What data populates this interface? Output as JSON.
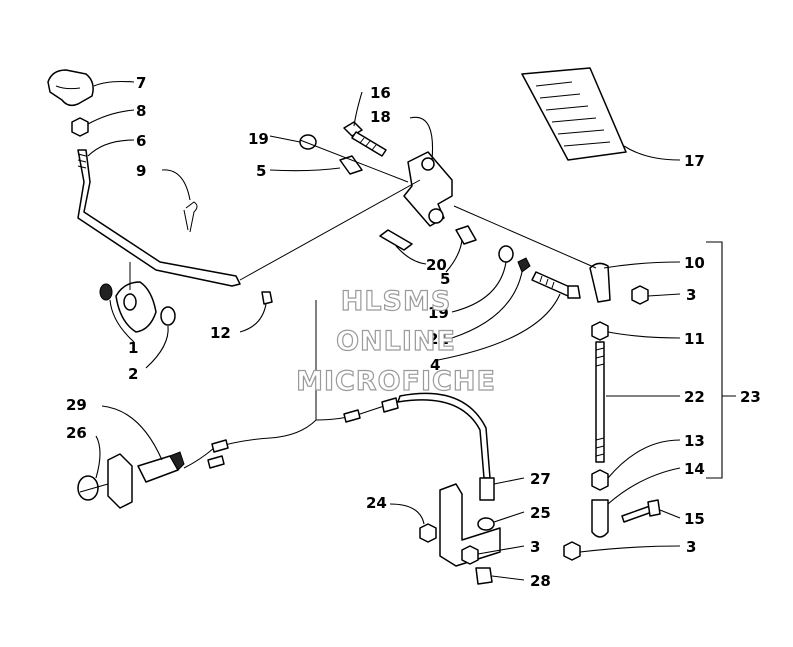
{
  "callouts": {
    "c1": "1",
    "c2": "2",
    "c3a": "3",
    "c3b": "3",
    "c3c": "3",
    "c4": "4",
    "c5a": "5",
    "c5b": "5",
    "c6": "6",
    "c7": "7",
    "c8": "8",
    "c9": "9",
    "c10": "10",
    "c11": "11",
    "c12": "12",
    "c13": "13",
    "c14": "14",
    "c15": "15",
    "c16": "16",
    "c17": "17",
    "c18": "18",
    "c19a": "19",
    "c19b": "19",
    "c20": "20",
    "c21": "21",
    "c22": "22",
    "c23": "23",
    "c24": "24",
    "c25": "25",
    "c26": "26",
    "c27": "27",
    "c28": "28",
    "c29": "29"
  },
  "watermark": {
    "line1": "HLSMS",
    "line2": "ONLINE",
    "line3": "MICROFICHE"
  }
}
